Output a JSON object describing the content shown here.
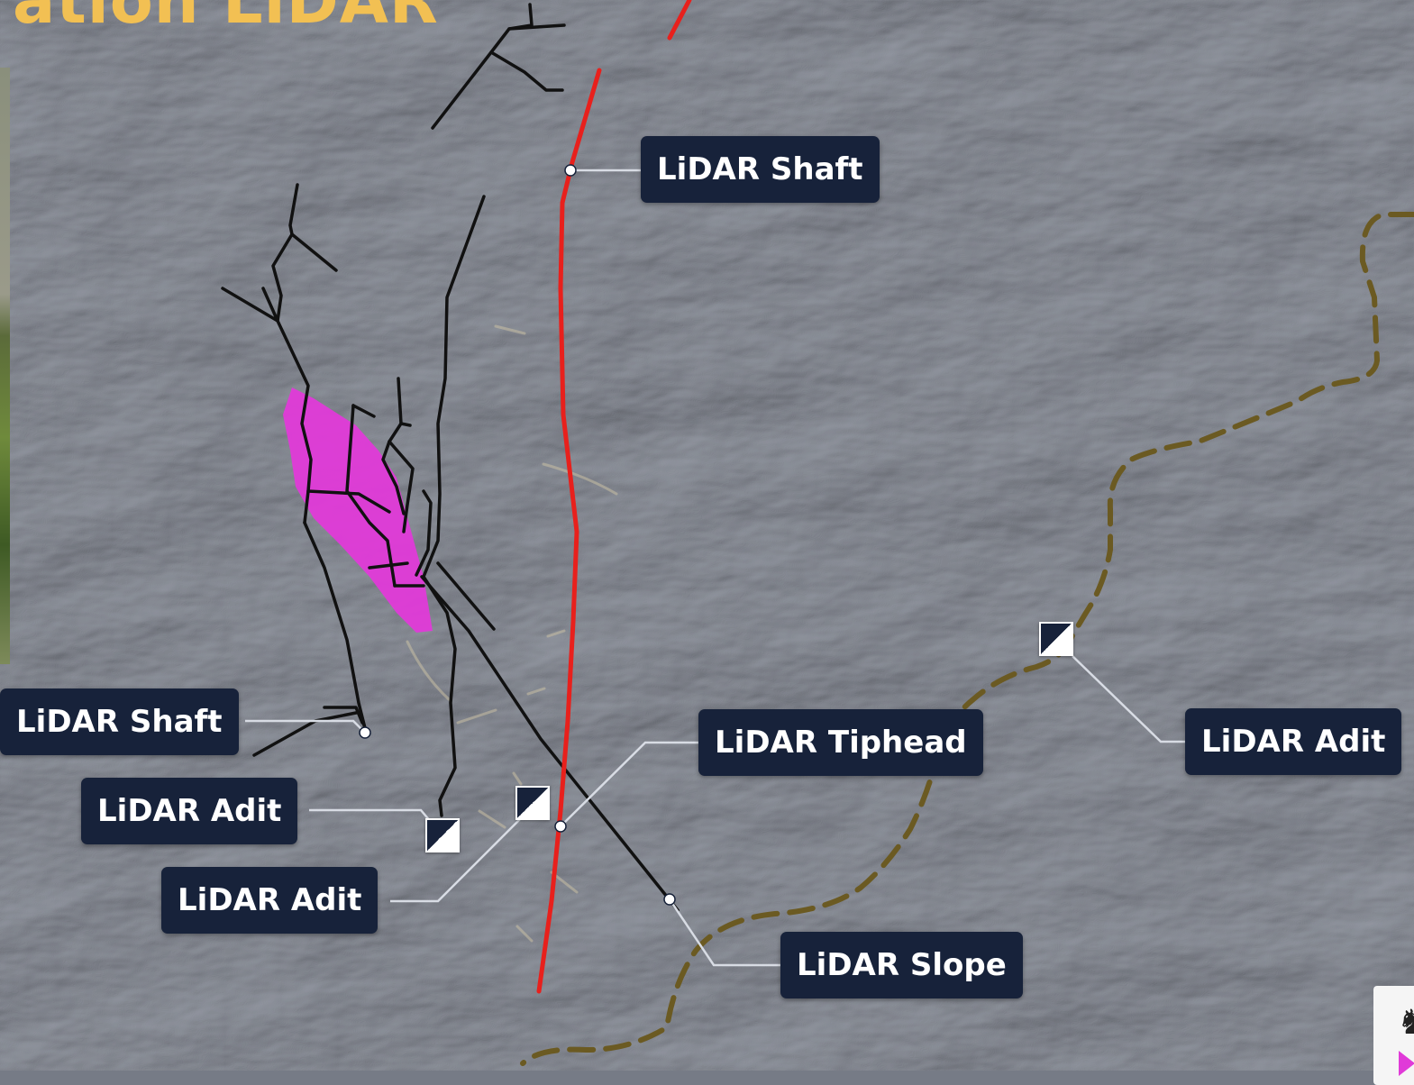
{
  "header": {
    "title": "ation LiDAR"
  },
  "labels": {
    "shaft_top": "LiDAR Shaft",
    "shaft_left": "LiDAR Shaft",
    "adit_left_upper": "LiDAR Adit",
    "adit_left_lower": "LiDAR Adit",
    "tiphead": "LiDAR Tiphead",
    "adit_right": "LiDAR Adit",
    "slope": "LiDAR Slope"
  },
  "colors": {
    "title": "#f2c053",
    "label_background": "#17223a",
    "label_text": "#ffffff",
    "feature_line_red": "#e8201c",
    "feature_line_black": "#111111",
    "dashed_track": "#6b5a22",
    "polygon_magenta": "#e03ad8",
    "terrain_base": "#767b86"
  },
  "icons": {
    "adit_marker": "half-diagonal-square-icon",
    "leader_point": "circle-dot-icon"
  }
}
